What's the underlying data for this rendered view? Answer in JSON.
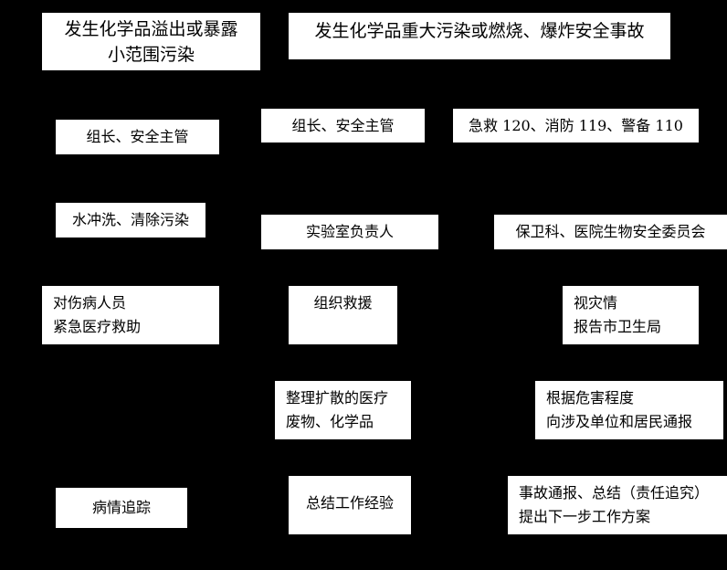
{
  "colors": {
    "background": "#000000",
    "box": "#ffffff",
    "text": "#000000"
  },
  "headers": {
    "minor": {
      "line1": "发生化学品溢出或暴露",
      "line2": "小范围污染"
    },
    "major": "发生化学品重大污染或燃烧、爆炸安全事故"
  },
  "minor_branch": {
    "leader": "组长、安全主管",
    "wash": "水冲洗、清除污染",
    "rescue": {
      "line1": "对伤病人员",
      "line2": "紧急医疗救助"
    },
    "tracking": "病情追踪"
  },
  "major_branch": {
    "leader": "组长、安全主管",
    "lab_head": "实验室负责人",
    "organize": "组织救援",
    "cleanup": {
      "line1": "整理扩散的医疗",
      "line2": "废物、化学品"
    },
    "summary": "总结工作经验"
  },
  "external_branch": {
    "emergency": "急救 120、消防 119、警备 110",
    "security": "保卫科、医院生物安全委员会",
    "report": {
      "line1": "视灾情",
      "line2": "报告市卫生局"
    },
    "notify": {
      "line1": "根据危害程度",
      "line2": "向涉及单位和居民通报"
    },
    "final": {
      "line1": "事故通报、总结（责任追究）",
      "line2": "提出下一步工作方案"
    }
  }
}
